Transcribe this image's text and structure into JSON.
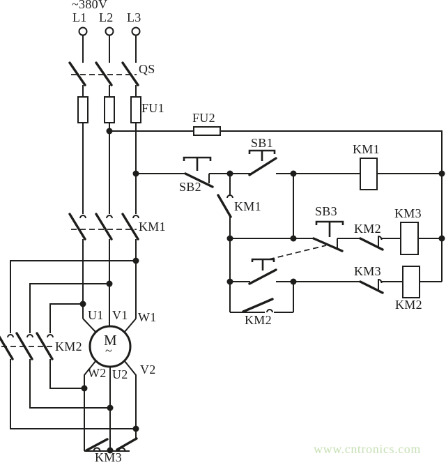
{
  "colors": {
    "line": "#1d1d1b",
    "background": "#ffffff",
    "watermark": "#c7e0b5"
  },
  "power_supply": {
    "voltage": "~380V",
    "phases": [
      "L1",
      "L2",
      "L3"
    ]
  },
  "main_circuit": {
    "isolator_switch": "QS",
    "main_fuses": "FU1",
    "main_contactor": "KM1",
    "delta_contactor": "KM2",
    "star_contactor": "KM3",
    "motor": {
      "symbol": "M",
      "ac_mark": "~",
      "top_terminals": [
        "U1",
        "V1",
        "W1"
      ],
      "bottom_terminals": [
        "W2",
        "U2",
        "V2"
      ]
    }
  },
  "control_circuit": {
    "control_fuse": "FU2",
    "stop_button": "SB2",
    "start_button": "SB1",
    "changeover_button": "SB3",
    "km1_holding_contact": "KM1",
    "km1_coil": "KM1",
    "km2_interlock_contact": "KM2",
    "km2_holding_contact": "KM2",
    "km2_coil": "KM2",
    "km3_interlock_contact": "KM3",
    "km3_coil": "KM3"
  },
  "watermark": "www.cntronics.com"
}
